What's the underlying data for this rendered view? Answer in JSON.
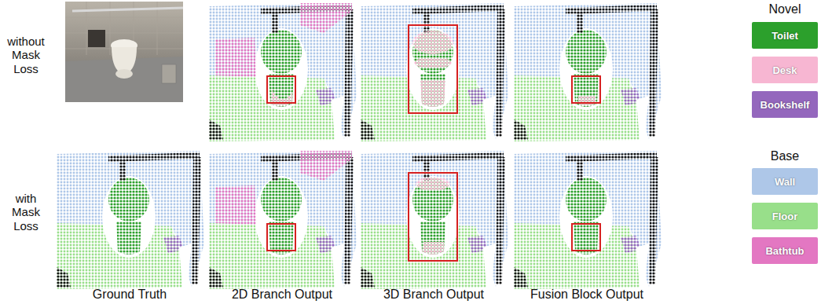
{
  "diagram": {
    "labels": [
      "without Mask Loss",
      "with Mask Loss",
      "Ground Truth",
      "2D Branch Output",
      "3D Branch Output",
      "Fusion Block Output",
      "Novel",
      "Base"
    ],
    "legend": [
      {
        "text": "Toilet",
        "color": "#2ca02c"
      },
      {
        "text": "Desk",
        "color": "#f7b6d2"
      },
      {
        "text": "Bookshelf",
        "color": "#9467bd"
      },
      {
        "text": "Wall",
        "color": "#aec7e8"
      },
      {
        "text": "Floor",
        "color": "#98df8a"
      },
      {
        "text": "Bathtub",
        "color": "#e377c2"
      }
    ]
  }
}
